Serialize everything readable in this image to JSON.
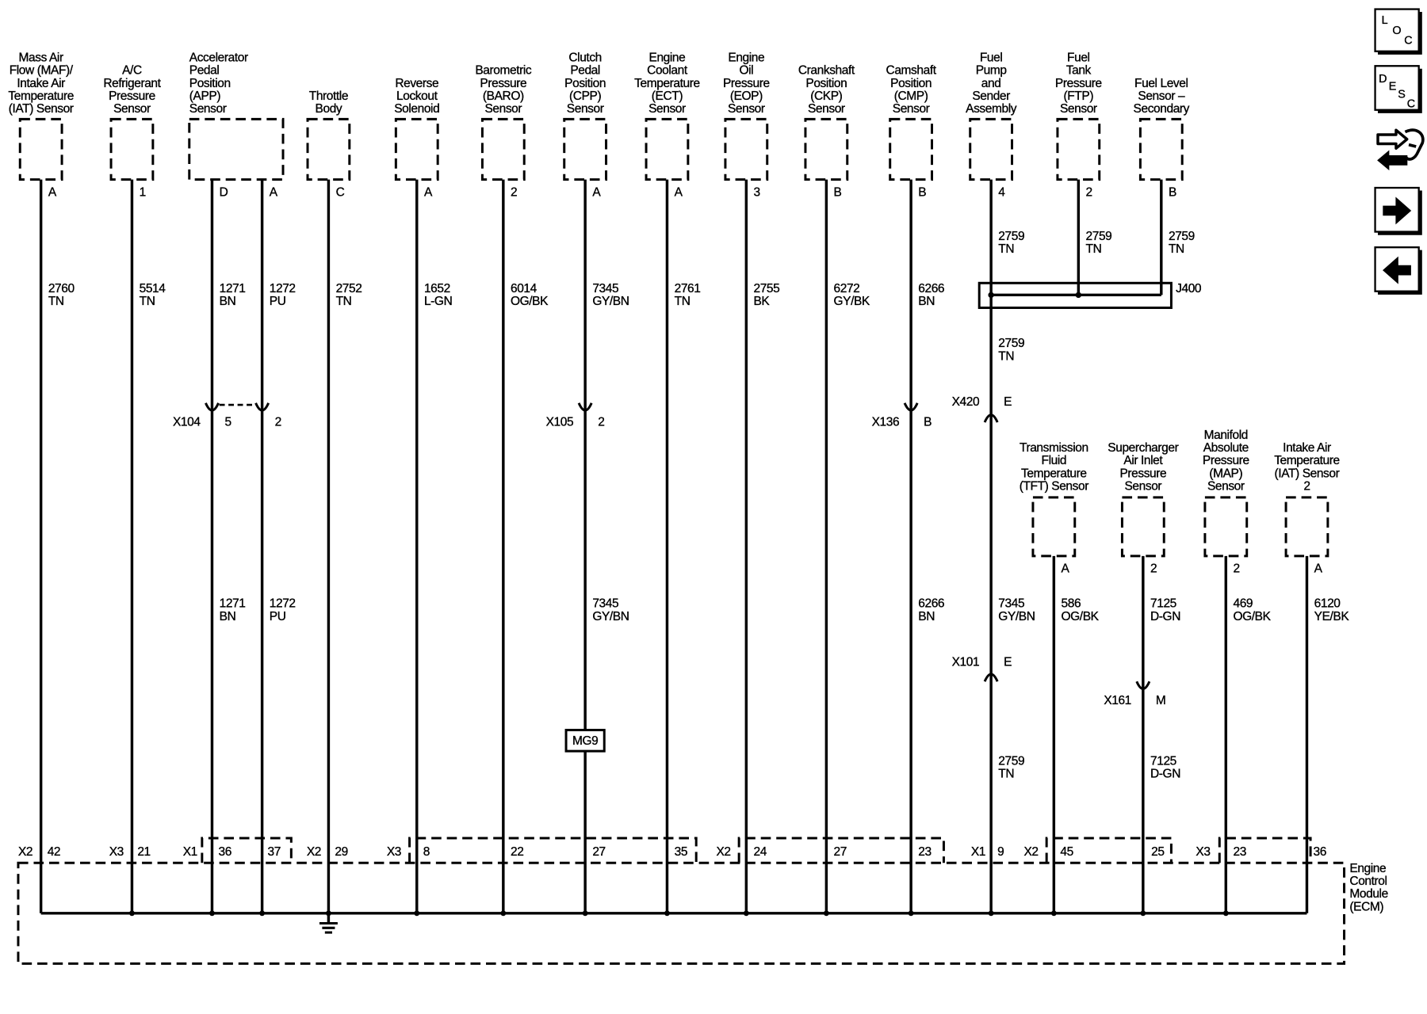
{
  "nav": {
    "loc_button": {
      "letters": [
        "L",
        "O",
        "C"
      ]
    },
    "desc_button": {
      "letters": [
        "D",
        "E",
        "S",
        "C"
      ]
    },
    "icons": [
      "location-icon",
      "description-icon",
      "wiring-view-icon",
      "next-arrow-icon",
      "previous-arrow-icon"
    ]
  },
  "components": [
    {
      "id": "maf-iat",
      "label": [
        "Mass Air",
        "Flow (MAF)/",
        "Intake Air",
        "Temperature",
        "(IAT) Sensor"
      ],
      "pins": [
        "A"
      ]
    },
    {
      "id": "ac-pressure",
      "label": [
        "A/C",
        "Refrigerant",
        "Pressure",
        "Sensor"
      ],
      "pins": [
        "1"
      ]
    },
    {
      "id": "app",
      "label": [
        "Accelerator",
        "Pedal",
        "Position",
        "(APP)",
        "Sensor"
      ],
      "pins": [
        "D",
        "A"
      ]
    },
    {
      "id": "throttle-body",
      "label": [
        "Throttle",
        "Body"
      ],
      "pins": [
        "C"
      ]
    },
    {
      "id": "reverse-lockout",
      "label": [
        "Reverse",
        "Lockout",
        "Solenoid"
      ],
      "pins": [
        "A"
      ]
    },
    {
      "id": "baro",
      "label": [
        "Barometric",
        "Pressure",
        "(BARO)",
        "Sensor"
      ],
      "pins": [
        "2"
      ]
    },
    {
      "id": "cpp",
      "label": [
        "Clutch",
        "Pedal",
        "Position",
        "(CPP)",
        "Sensor"
      ],
      "pins": [
        "A"
      ]
    },
    {
      "id": "ect",
      "label": [
        "Engine",
        "Coolant",
        "Temperature",
        "(ECT)",
        "Sensor"
      ],
      "pins": [
        "A"
      ]
    },
    {
      "id": "eop",
      "label": [
        "Engine",
        "Oil",
        "Pressure",
        "(EOP)",
        "Sensor"
      ],
      "pins": [
        "3"
      ]
    },
    {
      "id": "ckp",
      "label": [
        "Crankshaft",
        "Position",
        "(CKP)",
        "Sensor"
      ],
      "pins": [
        "B"
      ]
    },
    {
      "id": "cmp",
      "label": [
        "Camshaft",
        "Position",
        "(CMP)",
        "Sensor"
      ],
      "pins": [
        "B"
      ]
    },
    {
      "id": "fuel-pump",
      "label": [
        "Fuel",
        "Pump",
        "and",
        "Sender",
        "Assembly"
      ],
      "pins": [
        "4"
      ]
    },
    {
      "id": "ftp",
      "label": [
        "Fuel",
        "Tank",
        "Pressure",
        "(FTP)",
        "Sensor"
      ],
      "pins": [
        "2"
      ]
    },
    {
      "id": "fuel-level-2",
      "label": [
        "Fuel Level",
        "Sensor –",
        "Secondary"
      ],
      "pins": [
        "B"
      ]
    },
    {
      "id": "tft",
      "label": [
        "Transmission",
        "Fluid",
        "Temperature",
        "(TFT) Sensor"
      ],
      "pins": [
        "A"
      ]
    },
    {
      "id": "supercharger-inlet",
      "label": [
        "Supercharger",
        "Air Inlet",
        "Pressure",
        "Sensor"
      ],
      "pins": [
        "2"
      ]
    },
    {
      "id": "map",
      "label": [
        "Manifold",
        "Absolute",
        "Pressure",
        "(MAP)",
        "Sensor"
      ],
      "pins": [
        "2"
      ]
    },
    {
      "id": "iat-2",
      "label": [
        "Intake Air",
        "Temperature",
        "(IAT) Sensor",
        "2"
      ],
      "pins": [
        "A"
      ]
    }
  ],
  "wires": [
    {
      "circuit": "2760",
      "color": "TN"
    },
    {
      "circuit": "5514",
      "color": "TN"
    },
    {
      "circuit": "1271",
      "color": "BN"
    },
    {
      "circuit": "1272",
      "color": "PU"
    },
    {
      "circuit": "2752",
      "color": "TN"
    },
    {
      "circuit": "1652",
      "color": "L-GN"
    },
    {
      "circuit": "6014",
      "color": "OG/BK"
    },
    {
      "circuit": "7345",
      "color": "GY/BN"
    },
    {
      "circuit": "2761",
      "color": "TN"
    },
    {
      "circuit": "2755",
      "color": "BK"
    },
    {
      "circuit": "6272",
      "color": "GY/BK"
    },
    {
      "circuit": "6266",
      "color": "BN"
    },
    {
      "circuit": "2759",
      "color": "TN"
    },
    {
      "circuit": "2759",
      "color": "TN"
    },
    {
      "circuit": "2759",
      "color": "TN"
    },
    {
      "circuit": "2759",
      "color": "TN"
    },
    {
      "circuit": "1271",
      "color": "BN"
    },
    {
      "circuit": "1272",
      "color": "PU"
    },
    {
      "circuit": "7345",
      "color": "GY/BN"
    },
    {
      "circuit": "6266",
      "color": "BN"
    },
    {
      "circuit": "7345",
      "color": "GY/BN"
    },
    {
      "circuit": "586",
      "color": "OG/BK"
    },
    {
      "circuit": "7125",
      "color": "D-GN"
    },
    {
      "circuit": "469",
      "color": "OG/BK"
    },
    {
      "circuit": "6120",
      "color": "YE/BK"
    },
    {
      "circuit": "2759",
      "color": "TN"
    },
    {
      "circuit": "7125",
      "color": "D-GN"
    }
  ],
  "inline_connectors": [
    {
      "id": "X104",
      "pins": [
        "5",
        "2"
      ]
    },
    {
      "id": "X105",
      "pins": [
        "2"
      ]
    },
    {
      "id": "X136",
      "pins": [
        "B"
      ]
    },
    {
      "id": "X420",
      "pins": [
        "E"
      ]
    },
    {
      "id": "X101",
      "pins": [
        "E"
      ]
    },
    {
      "id": "X161",
      "pins": [
        "M"
      ]
    }
  ],
  "splice": {
    "id": "J400"
  },
  "inline_component": {
    "id": "MG9"
  },
  "ecm": {
    "label": [
      "Engine",
      "Control",
      "Module",
      "(ECM)"
    ],
    "connectors": [
      {
        "id": "X2",
        "pins": [
          "42"
        ]
      },
      {
        "id": "X3",
        "pins": [
          "21"
        ]
      },
      {
        "id": "X1",
        "pins": [
          "36",
          "37"
        ]
      },
      {
        "id": "X2",
        "pins": [
          "29"
        ]
      },
      {
        "id": "X3",
        "pins": [
          "8",
          "22",
          "27",
          "35"
        ]
      },
      {
        "id": "X2",
        "pins": [
          "24",
          "27",
          "23"
        ]
      },
      {
        "id": "X1",
        "pins": [
          "9"
        ]
      },
      {
        "id": "X2",
        "pins": [
          "45",
          "25"
        ]
      },
      {
        "id": "X3",
        "pins": [
          "23",
          "36"
        ]
      }
    ]
  },
  "colors": {
    "line": "#000000",
    "background": "#ffffff"
  }
}
